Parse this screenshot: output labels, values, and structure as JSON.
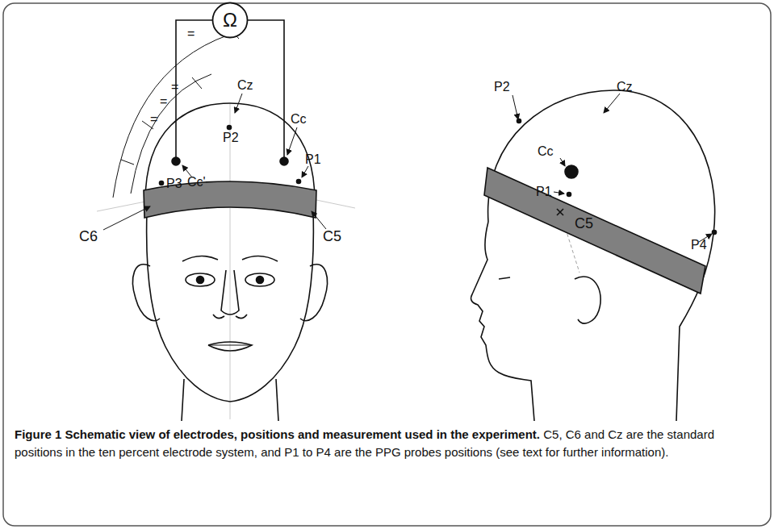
{
  "diagram": {
    "title": "Figure 1 Schematic view of electrodes, positions and measurement used in the experiment.",
    "caption": "C5, C6 and Cz are the standard positions in the ten percent electrode system, and P1 to P4 are the PPG probes positions (see text for further information).",
    "nodes": [
      {
        "text": [
          "Ω"
        ]
      }
    ],
    "labels": [
      "Cz",
      "Cc",
      "P1",
      "P2",
      "Cc'",
      "P3",
      "=",
      "=",
      "=",
      "=",
      "C6",
      "C5",
      "P2",
      "Cz",
      "Cc",
      "P1",
      "C5",
      "P4"
    ]
  }
}
